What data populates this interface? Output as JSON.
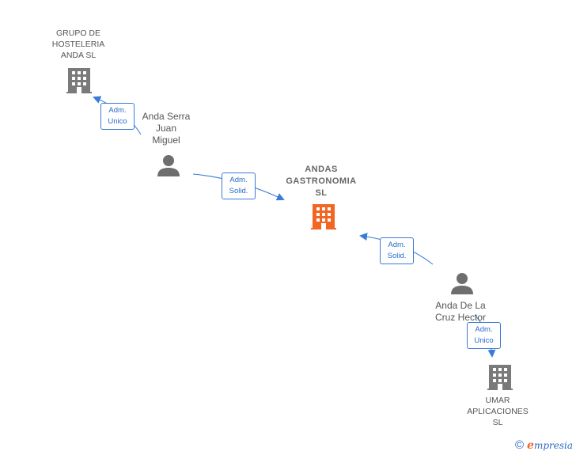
{
  "nodes": {
    "grupo": {
      "label": "GRUPO DE\nHOSTELERIA\nANDA  SL"
    },
    "main": {
      "label": "ANDAS\nGASTRONOMIA\nSL"
    },
    "umar": {
      "label": "UMAR\nAPLICACIONES\nSL"
    },
    "anda_serra": {
      "label": "Anda Serra\nJuan\nMiguel"
    },
    "anda_cruz": {
      "label": "Anda De La\nCruz Hector"
    }
  },
  "relations": {
    "r1": "Adm.\nUnico",
    "r2": "Adm.\nSolid.",
    "r3": "Adm.\nSolid.",
    "r4": "Adm.\nUnico"
  },
  "colors": {
    "company_gray": "#7a7a7a",
    "main_orange": "#f26522",
    "person_gray": "#6e6e6e",
    "edge_blue": "#3a7bd5"
  },
  "footer": {
    "copyright_symbol": "©",
    "brand_initial": "e",
    "brand_rest": "mpresia"
  }
}
